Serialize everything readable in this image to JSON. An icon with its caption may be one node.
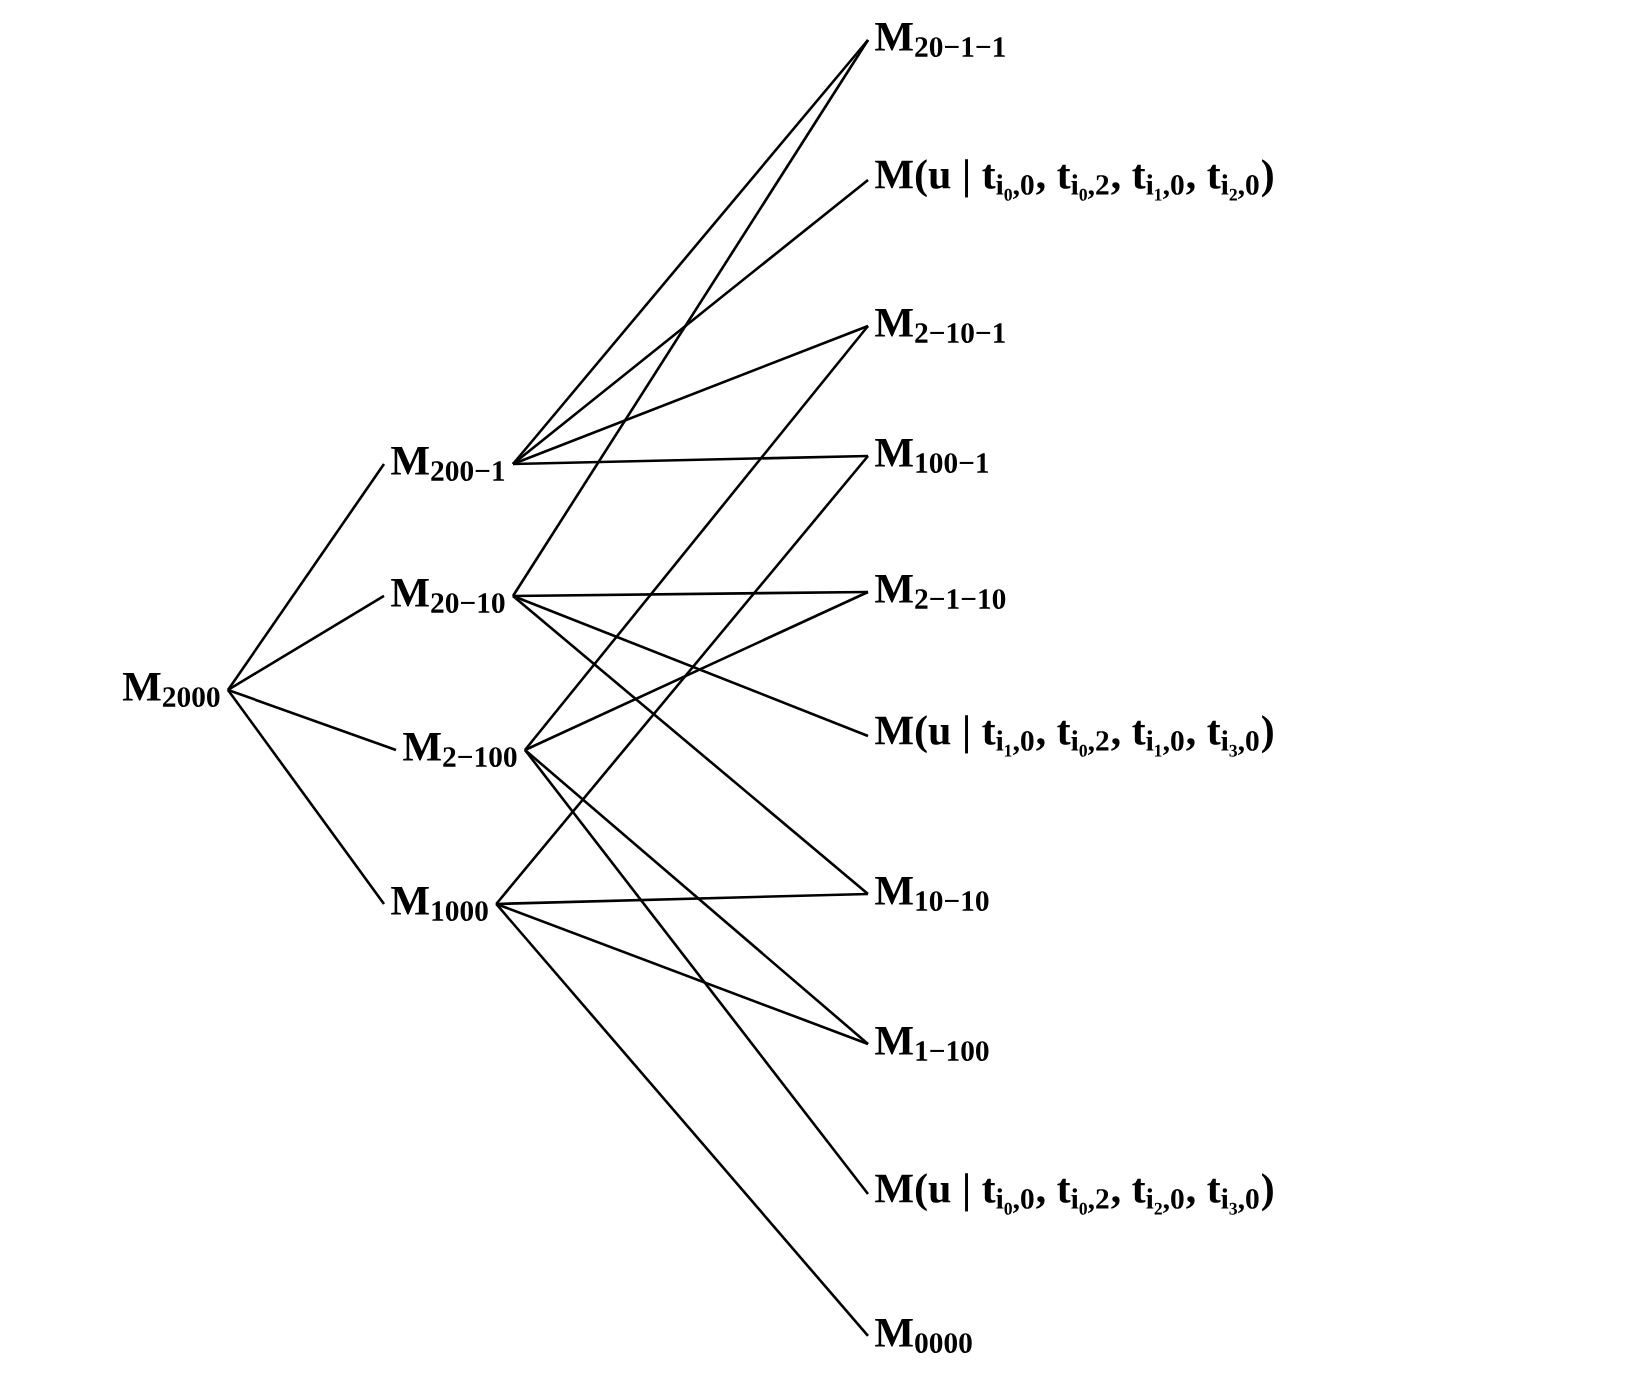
{
  "diagram": {
    "nodes": [
      {
        "text": [
          "M$_{2000}$"
        ]
      },
      {
        "text": [
          "M$_{200−1}$"
        ]
      },
      {
        "text": [
          "M$_{20−10}$"
        ]
      },
      {
        "text": [
          "M$_{2−100}$"
        ]
      },
      {
        "text": [
          "M$_{1000}$"
        ]
      },
      {
        "text": [
          "M$_{20−1−1}$"
        ]
      },
      {
        "text": [
          "M(u | t$_{i₀,0}$, t$_{i₀,2}$, t$_{i₁,0}$, t$_{i₂,0}$)"
        ]
      },
      {
        "text": [
          "M$_{2−10−1}$"
        ]
      },
      {
        "text": [
          "M$_{100−1}$"
        ]
      },
      {
        "text": [
          "M$_{2−1−10}$"
        ]
      },
      {
        "text": [
          "M(u | t$_{i₁,0}$, t$_{i₀,2}$, t$_{i₁,0}$, t$_{i₃,0}$)"
        ]
      },
      {
        "text": [
          "M$_{10−10}$"
        ]
      },
      {
        "text": [
          "M$_{1−100}$"
        ]
      },
      {
        "text": [
          "M(u | t$_{i₀,0}$, t$_{i₀,2}$, t$_{i₂,0}$, t$_{i₃,0}$)"
        ]
      },
      {
        "text": [
          "M$_{0000}$"
        ]
      }
    ],
    "edges": [
      {
        "from": 0,
        "to": 1,
        "arrow": "none"
      },
      {
        "from": 0,
        "to": 2,
        "arrow": "none"
      },
      {
        "from": 0,
        "to": 3,
        "arrow": "none"
      },
      {
        "from": 0,
        "to": 4,
        "arrow": "none"
      },
      {
        "from": 1,
        "to": 5,
        "arrow": "none"
      },
      {
        "from": 1,
        "to": 6,
        "arrow": "none"
      },
      {
        "from": 1,
        "to": 7,
        "arrow": "none"
      },
      {
        "from": 1,
        "to": 8,
        "arrow": "none"
      },
      {
        "from": 2,
        "to": 5,
        "arrow": "none"
      },
      {
        "from": 2,
        "to": 9,
        "arrow": "none"
      },
      {
        "from": 2,
        "to": 10,
        "arrow": "none"
      },
      {
        "from": 2,
        "to": 11,
        "arrow": "none"
      },
      {
        "from": 3,
        "to": 7,
        "arrow": "none"
      },
      {
        "from": 3,
        "to": 9,
        "arrow": "none"
      },
      {
        "from": 3,
        "to": 12,
        "arrow": "none"
      },
      {
        "from": 3,
        "to": 13,
        "arrow": "none"
      },
      {
        "from": 4,
        "to": 8,
        "arrow": "none"
      },
      {
        "from": 4,
        "to": 11,
        "arrow": "none"
      },
      {
        "from": 4,
        "to": 12,
        "arrow": "none"
      },
      {
        "from": 4,
        "to": 14,
        "arrow": "none"
      }
    ]
  }
}
